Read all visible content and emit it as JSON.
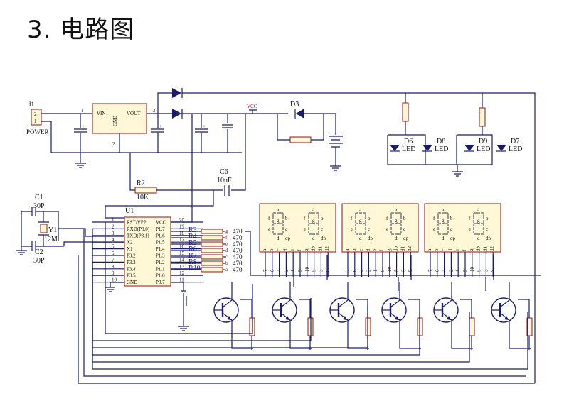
{
  "title": "3. 电路图",
  "labels": {
    "j1": "J1",
    "power": "POWER",
    "j1_pins": [
      "2",
      "1"
    ],
    "reg_vin": "VIN",
    "reg_vout": "VOUT",
    "reg_gnd": "GND",
    "reg_pin1": "1",
    "reg_pin2": "2",
    "reg_pin3": "3",
    "vcc": "VCC",
    "d3": "D3",
    "r2": "R2",
    "r2_val": "10K",
    "c6": "C6",
    "c6_val": "10uF",
    "c1": "C1",
    "c1_val": "30P",
    "c2": "C2",
    "c2_val": "30P",
    "y1": "Y1",
    "y1_val": "12M",
    "u1": "U1",
    "leds": [
      {
        "name": "D6",
        "type": "LED"
      },
      {
        "name": "D8",
        "type": "LED"
      },
      {
        "name": "D9",
        "type": "LED"
      },
      {
        "name": "D7",
        "type": "LED"
      }
    ]
  },
  "u1_left_pins": [
    {
      "num": "1",
      "name": "RST/VPP"
    },
    {
      "num": "2",
      "name": "RXD(P3.0)"
    },
    {
      "num": "3",
      "name": "TXD(P3.1)"
    },
    {
      "num": "4",
      "name": "X2"
    },
    {
      "num": "5",
      "name": "X1"
    },
    {
      "num": "6",
      "name": "P3.2"
    },
    {
      "num": "7",
      "name": "P3.3"
    },
    {
      "num": "8",
      "name": "P3.4"
    },
    {
      "num": "9",
      "name": "P3.5"
    },
    {
      "num": "10",
      "name": "GND"
    }
  ],
  "u1_right_pins": [
    {
      "num": "20",
      "name": "VCC"
    },
    {
      "num": "19",
      "name": "P1.7"
    },
    {
      "num": "18",
      "name": "P1.6"
    },
    {
      "num": "17",
      "name": "P1.5"
    },
    {
      "num": "16",
      "name": "P1.4"
    },
    {
      "num": "15",
      "name": "P1.3"
    },
    {
      "num": "14",
      "name": "P1.2"
    },
    {
      "num": "13",
      "name": "P1.1"
    },
    {
      "num": "12",
      "name": "P1.0"
    },
    {
      "num": "11",
      "name": "P3.7"
    }
  ],
  "resistors": [
    {
      "name": "R3",
      "seg": "g",
      "val": "470"
    },
    {
      "name": "R4",
      "seg": "f",
      "val": "470"
    },
    {
      "name": "R5",
      "seg": "e",
      "val": "470"
    },
    {
      "name": "R6",
      "seg": "d",
      "val": "470"
    },
    {
      "name": "R7",
      "seg": "c",
      "val": "470"
    },
    {
      "name": "R8",
      "seg": "b",
      "val": "470"
    },
    {
      "name": "R10",
      "seg": "a",
      "val": "470"
    }
  ],
  "display_pin_labels": [
    "7",
    "6",
    "4",
    "2",
    "1",
    "9",
    "10",
    "5",
    "3",
    "8"
  ],
  "display_seg_labels": [
    "a",
    "b",
    "c",
    "d",
    "e",
    "f",
    "g",
    "dp",
    "d1",
    "d2"
  ],
  "seg_letters": {
    "a": "a",
    "b": "b",
    "c": "c",
    "d": "d",
    "e": "e",
    "f": "f",
    "g": "g",
    "dp": "dp"
  }
}
